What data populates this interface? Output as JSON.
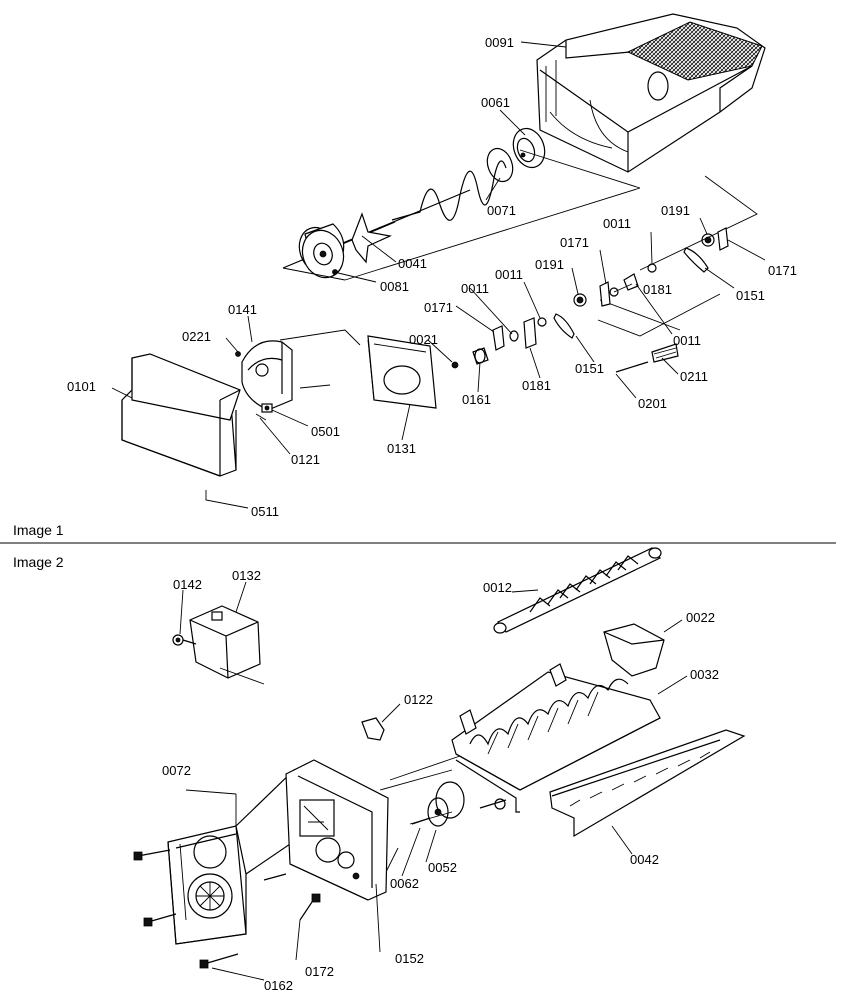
{
  "sections": {
    "image1": "Image 1",
    "image2": "Image 2"
  },
  "labels": {
    "p0091": "0091",
    "p0061": "0061",
    "p0071": "0071",
    "p0041": "0041",
    "p0081": "0081",
    "p0011a": "0011",
    "p0191a": "0191",
    "p0171a": "0171",
    "p0171b": "0171",
    "p0191b": "0191",
    "p0011b": "0011",
    "p0151a": "0151",
    "p0181a": "0181",
    "p0011c": "0011",
    "p0141": "0141",
    "p0221": "0221",
    "p0021": "0021",
    "p0011d": "0011",
    "p0171c": "0171",
    "p0101": "0101",
    "p0161": "0161",
    "p0181b": "0181",
    "p0151b": "0151",
    "p0211": "0211",
    "p0201": "0201",
    "p0501": "0501",
    "p0121": "0121",
    "p0131": "0131",
    "p0511": "0511",
    "p0142": "0142",
    "p0132": "0132",
    "p0012": "0012",
    "p0022": "0022",
    "p0032": "0032",
    "p0122": "0122",
    "p0072": "0072",
    "p0052": "0052",
    "p0062": "0062",
    "p0042": "0042",
    "p0172": "0172",
    "p0152": "0152",
    "p0162": "0162"
  }
}
